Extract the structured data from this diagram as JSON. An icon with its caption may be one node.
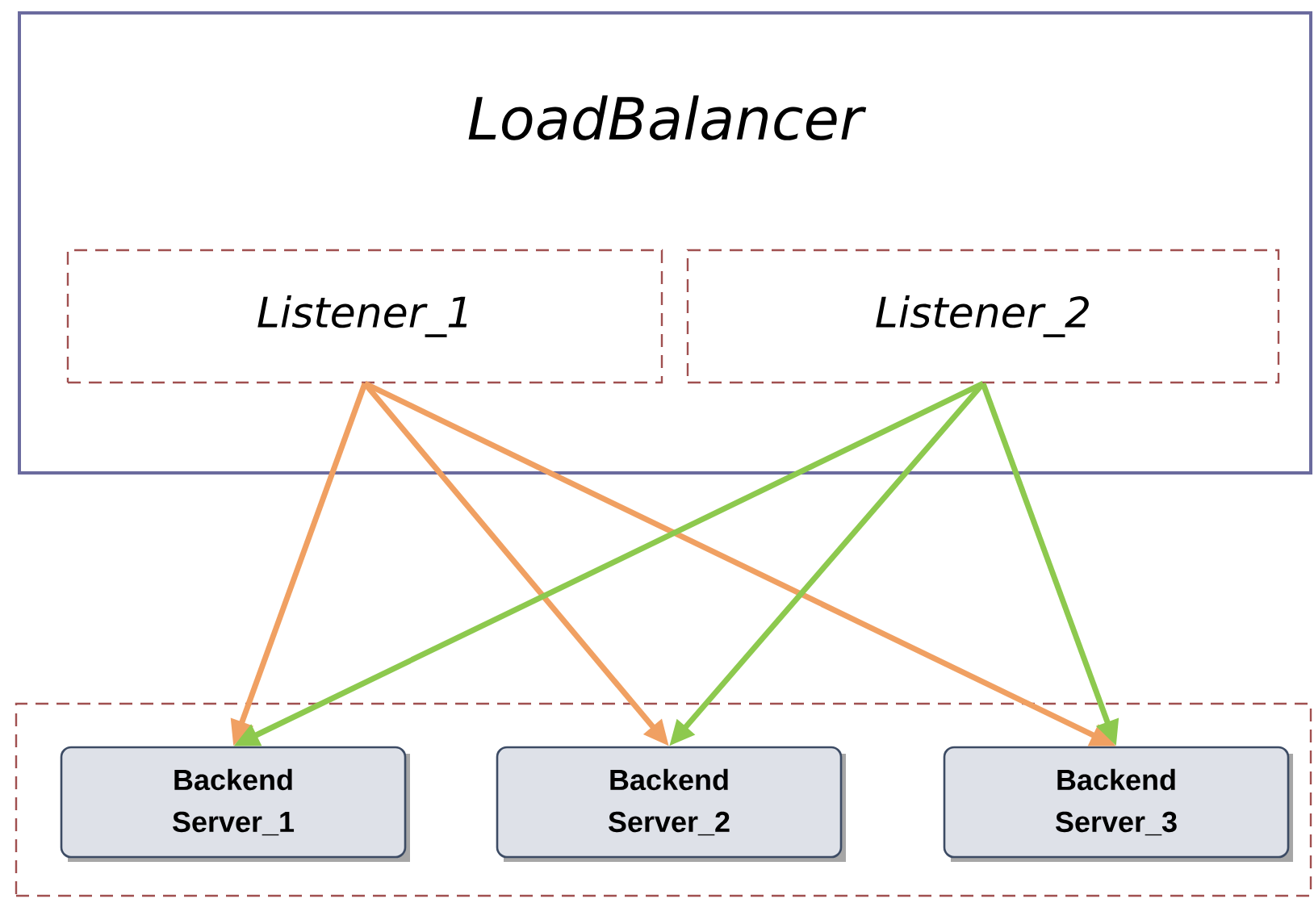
{
  "diagram": {
    "nodes": [
      {
        "text": [
          "LoadBalancer"
        ]
      },
      {
        "text": [
          "Listener_1"
        ],
        "in": 0
      },
      {
        "text": [
          "Listener_2"
        ],
        "in": 0
      },
      {
        "text": [],
        "shape": "box"
      },
      {
        "text": [
          "Backend Server_1"
        ],
        "in": 3
      },
      {
        "text": [
          "Backend Server_2"
        ],
        "in": 3
      },
      {
        "text": [
          "Backend Server_3"
        ],
        "in": 3
      }
    ],
    "edges": [
      {
        "from": 1,
        "to": 4,
        "arrow": "to",
        "color": "#f0a062"
      },
      {
        "from": 1,
        "to": 5,
        "arrow": "to",
        "color": "#f0a062"
      },
      {
        "from": 1,
        "to": 6,
        "arrow": "to",
        "color": "#f0a062"
      },
      {
        "from": 2,
        "to": 4,
        "arrow": "to",
        "color": "#8dc94e"
      },
      {
        "from": 2,
        "to": 5,
        "arrow": "to",
        "color": "#8dc94e"
      },
      {
        "from": 2,
        "to": 6,
        "arrow": "to",
        "color": "#8dc94e"
      }
    ]
  }
}
